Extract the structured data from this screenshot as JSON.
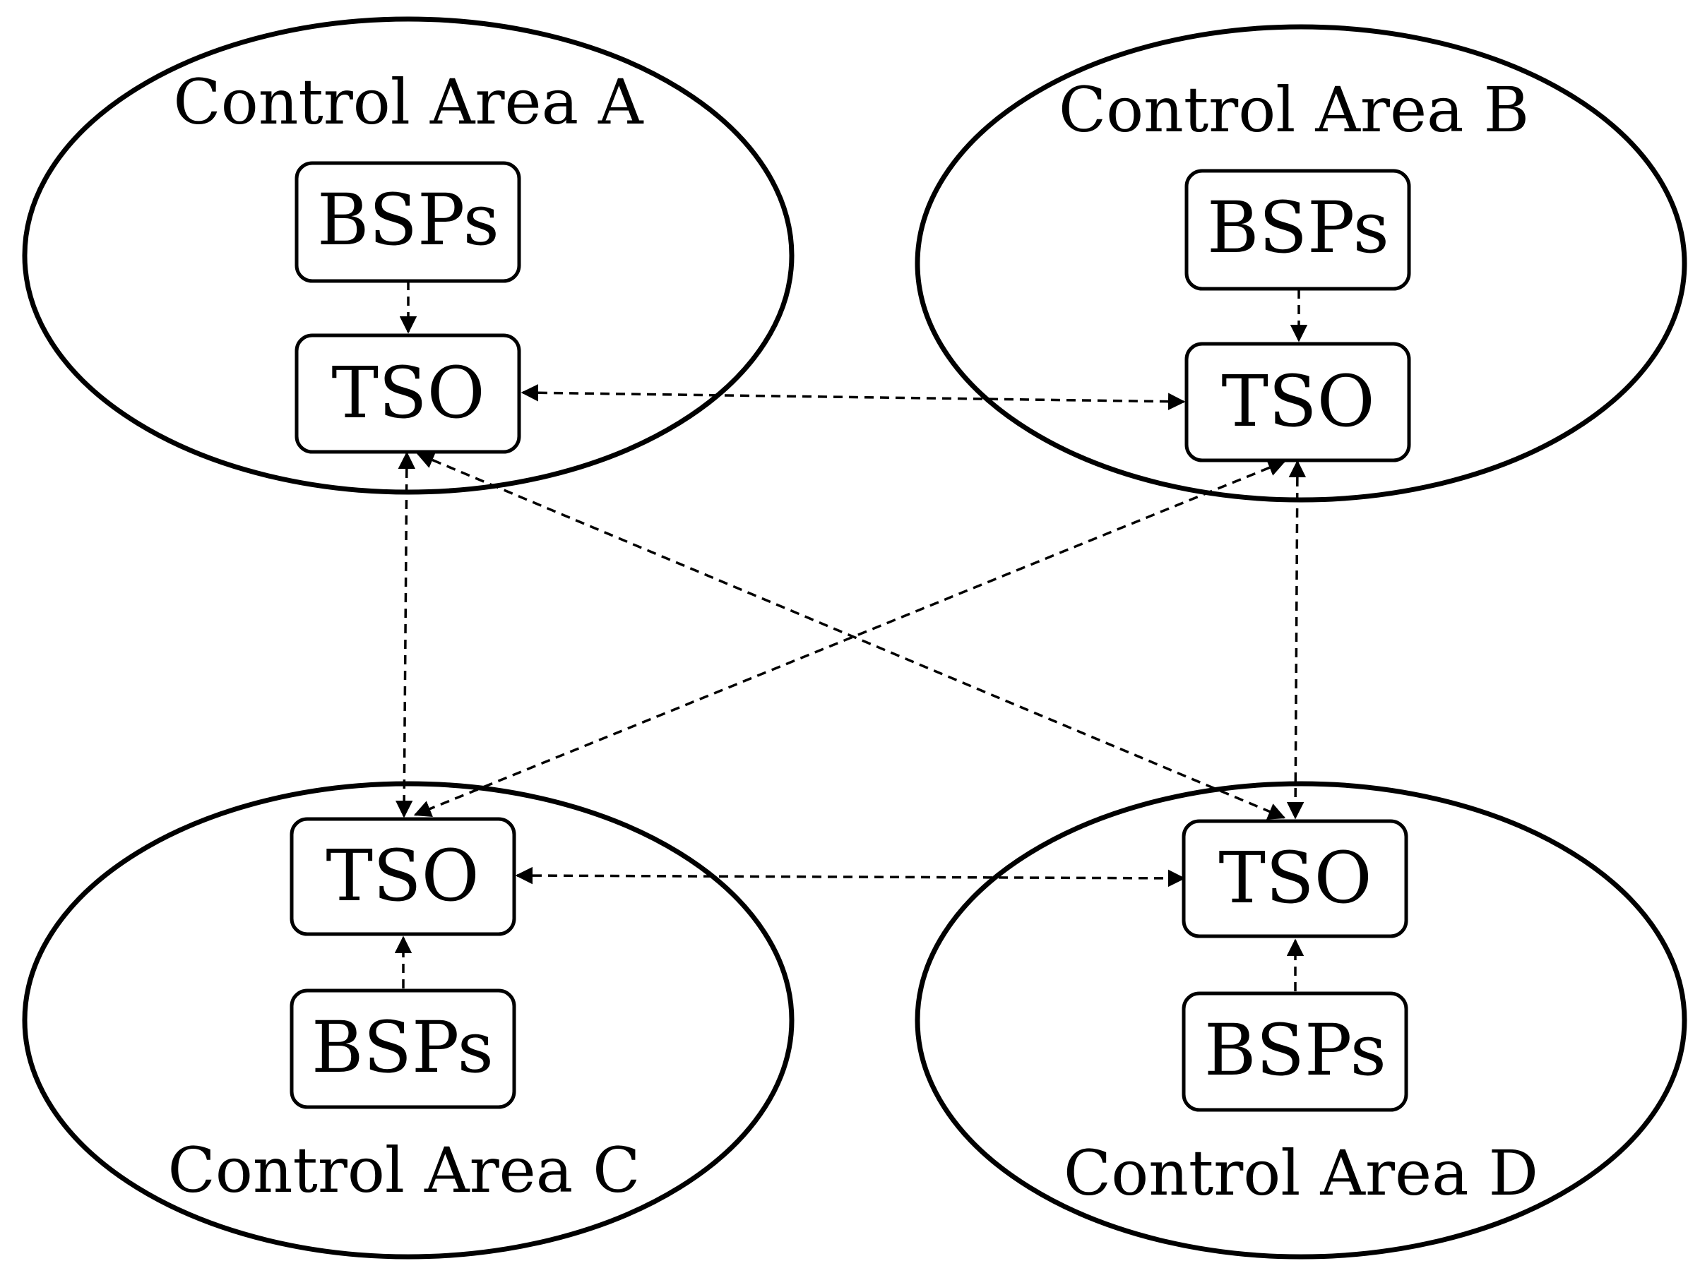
{
  "diagram": {
    "areas": [
      {
        "id": "A",
        "label": "Control Area A",
        "nodes": {
          "bsps": "BSPs",
          "tso": "TSO"
        }
      },
      {
        "id": "B",
        "label": "Control Area B",
        "nodes": {
          "bsps": "BSPs",
          "tso": "TSO"
        }
      },
      {
        "id": "C",
        "label": "Control Area C",
        "nodes": {
          "tso": "TSO",
          "bsps": "BSPs"
        }
      },
      {
        "id": "D",
        "label": "Control Area D",
        "nodes": {
          "tso": "TSO",
          "bsps": "BSPs"
        }
      }
    ],
    "connections": [
      {
        "from": "A.bsps",
        "to": "A.tso",
        "style": "dashed",
        "arrows": "to"
      },
      {
        "from": "B.bsps",
        "to": "B.tso",
        "style": "dashed",
        "arrows": "to"
      },
      {
        "from": "C.bsps",
        "to": "C.tso",
        "style": "dashed",
        "arrows": "to"
      },
      {
        "from": "D.bsps",
        "to": "D.tso",
        "style": "dashed",
        "arrows": "to"
      },
      {
        "from": "A.tso",
        "to": "B.tso",
        "style": "dashed",
        "arrows": "both"
      },
      {
        "from": "A.tso",
        "to": "C.tso",
        "style": "dashed",
        "arrows": "both"
      },
      {
        "from": "A.tso",
        "to": "D.tso",
        "style": "dashed",
        "arrows": "both"
      },
      {
        "from": "B.tso",
        "to": "C.tso",
        "style": "dashed",
        "arrows": "both"
      },
      {
        "from": "B.tso",
        "to": "D.tso",
        "style": "dashed",
        "arrows": "both"
      },
      {
        "from": "C.tso",
        "to": "D.tso",
        "style": "dashed",
        "arrows": "both"
      }
    ],
    "colors": {
      "stroke": "#000000",
      "background": "#ffffff"
    }
  }
}
